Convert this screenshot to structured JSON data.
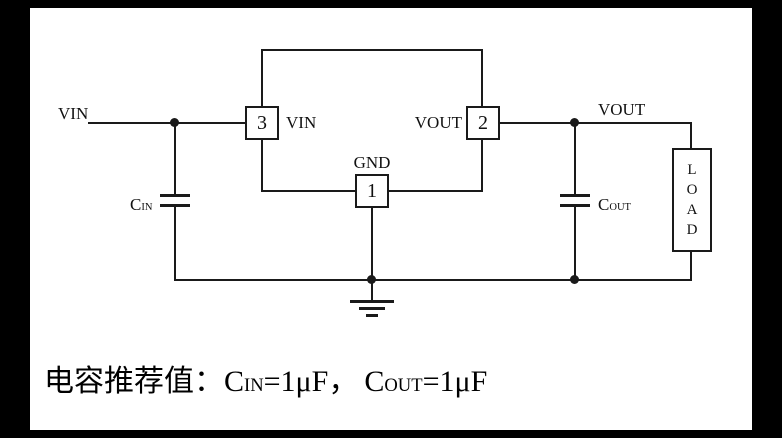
{
  "window": {
    "background": "#000000",
    "canvas_background": "#ffffff",
    "line_color": "#1a1a1a"
  },
  "circuit": {
    "vin_label": "VIN",
    "vout_label": "VOUT",
    "pins": {
      "pin3": {
        "number": "3",
        "name": "VIN"
      },
      "pin2": {
        "number": "2",
        "name": "VOUT"
      },
      "pin1": {
        "number": "1",
        "name": "GND"
      }
    },
    "capacitors": {
      "cin": {
        "symbol": "C",
        "sub": "IN"
      },
      "cout": {
        "symbol": "C",
        "sub": "OUT"
      }
    },
    "load": {
      "letters": [
        "L",
        "O",
        "A",
        "D"
      ]
    }
  },
  "caption": {
    "prefix": "电容推荐值：",
    "cin_symbol": "C",
    "cin_sub": "IN",
    "cin_value": "=1μF，",
    "cout_symbol": "C",
    "cout_sub": "OUT",
    "cout_value": "=1μF"
  }
}
